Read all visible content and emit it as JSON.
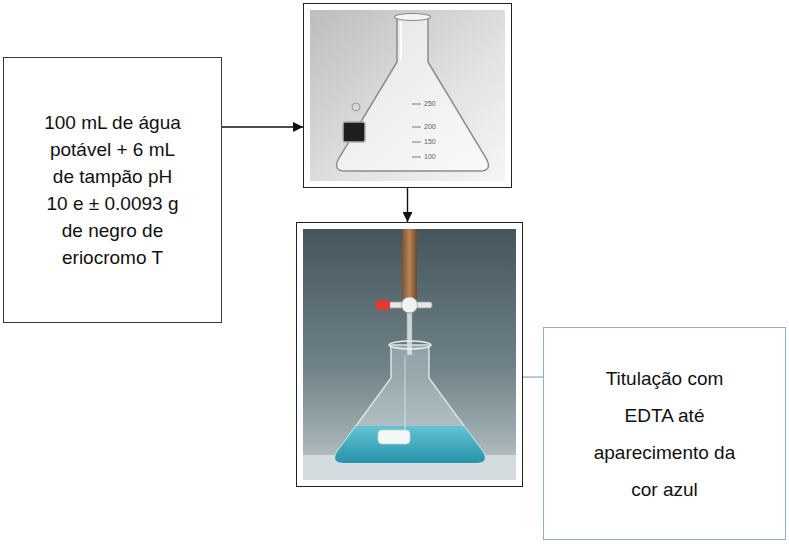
{
  "diagram": {
    "nodes": [
      {
        "text": [
          "100 mL de água potável + 6 mL de tampão pH 10 e ± 0.0093 g de negro de eriocromo T"
        ]
      },
      {
        "text": [
          "250",
          "200",
          "150",
          "100"
        ]
      },
      {
        "text": []
      },
      {
        "text": [
          "Titulação com EDTA até aparecimento da cor azul"
        ]
      }
    ],
    "edges": [
      {
        "from": 0,
        "to": 1,
        "arrow": "to"
      },
      {
        "from": 1,
        "to": 2,
        "arrow": "to"
      },
      {
        "from": 2,
        "to": 3,
        "arrow": "none"
      }
    ]
  }
}
